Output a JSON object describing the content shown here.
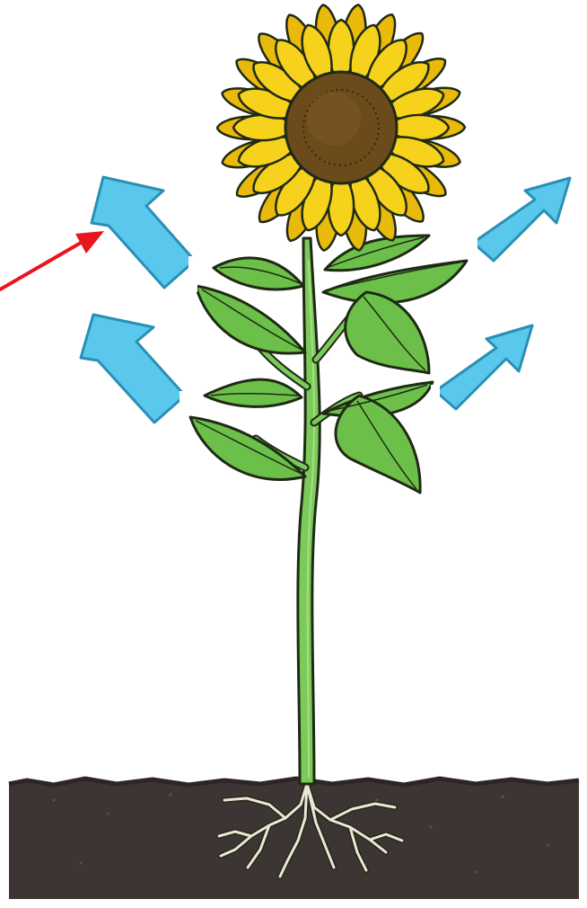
{
  "colors": {
    "background": "#ffffff",
    "arrow_fill": "#5ac8ec",
    "arrow_stroke": "#2a8fb5",
    "pointer": "#e8141e",
    "soil": "#3d3533",
    "soil_top": "#2d2624",
    "root": "#ece6d8",
    "stem": "#7cca5a",
    "leaf": "#6cc04a",
    "leaf_dark": "#4c9a34",
    "outline": "#1e2a14",
    "petal": "#f6d21c",
    "petal_back": "#e9b90c",
    "flower_center": "#6b4a1c"
  },
  "icons": {
    "arrows": "transpiration-arrow-icon",
    "pointer": "pointer-arrow-icon",
    "flower": "sunflower-icon"
  },
  "arrows": [
    {
      "side": "left",
      "level": "upper"
    },
    {
      "side": "left",
      "level": "lower"
    },
    {
      "side": "right",
      "level": "upper"
    },
    {
      "side": "right",
      "level": "lower"
    }
  ]
}
